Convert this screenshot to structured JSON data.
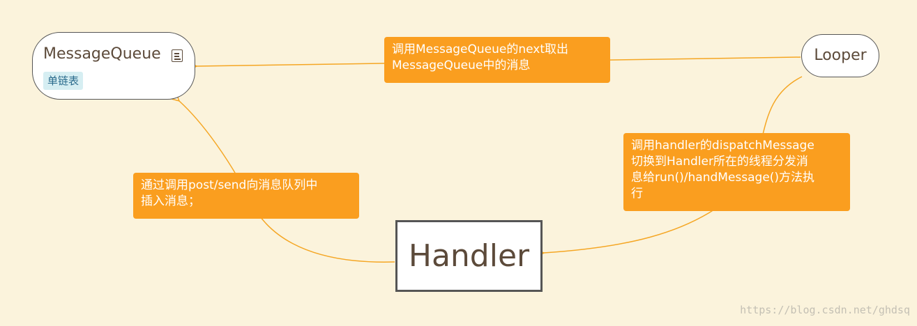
{
  "nodes": {
    "message_queue": {
      "title": "MessageQueue",
      "tag": "单链表"
    },
    "looper": {
      "title": "Looper"
    },
    "handler": {
      "title": "Handler"
    }
  },
  "labels": {
    "looper_to_queue": "调用MessageQueue的next取出\nMessageQueue中的消息",
    "looper_to_handler": "调用handler的dispatchMessage\n切换到Handler所在的线程分发消\n息给run()/handMessage()方法执\n行",
    "handler_to_queue": "通过调用post/send向消息队列中\n插入消息；"
  },
  "watermark": "https://blog.csdn.net/ghdsq",
  "colors": {
    "background": "#fbf3dc",
    "label_fill": "#fa9e1f",
    "connector": "#f5a623",
    "tag_fill": "#d6eef2"
  }
}
